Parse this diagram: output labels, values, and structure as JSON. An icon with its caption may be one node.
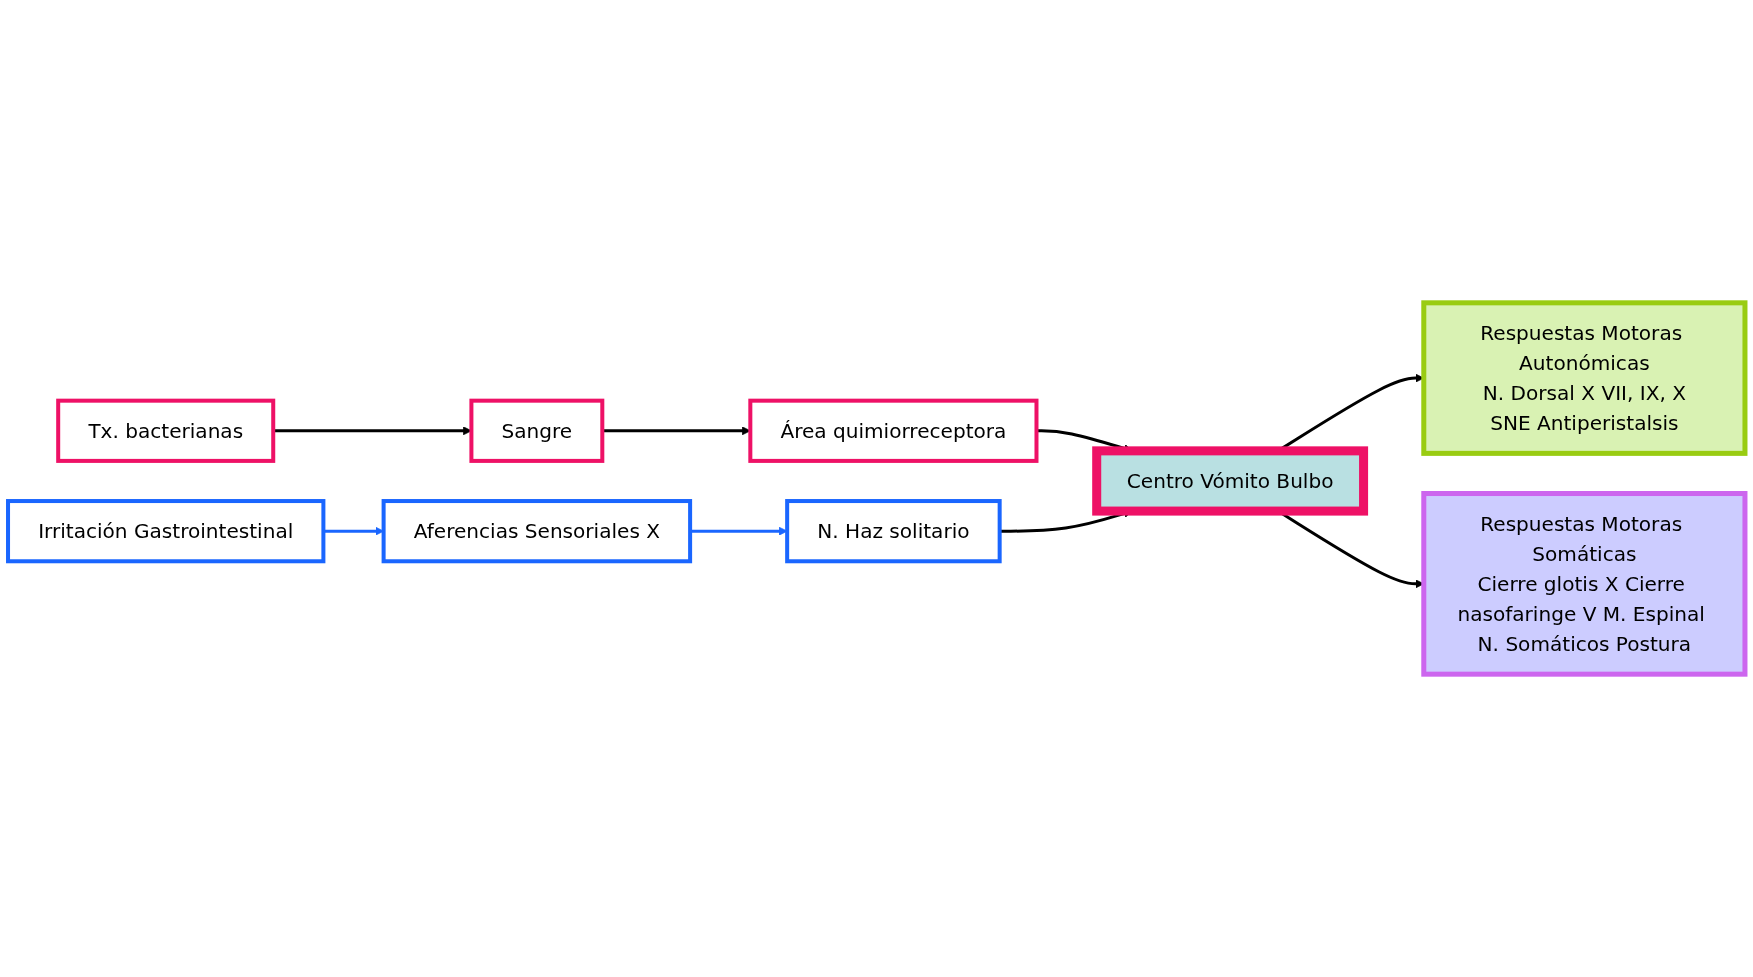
{
  "diagram": {
    "nodes": [
      {
        "text": [
          "Tx. bacterianas"
        ]
      },
      {
        "text": [
          "Sangre"
        ]
      },
      {
        "text": [
          "Área quimiorreceptora"
        ]
      },
      {
        "text": [
          "Irritación Gastrointestinal"
        ]
      },
      {
        "text": [
          "Aferencias Sensoriales X"
        ]
      },
      {
        "text": [
          "N. Haz solitario"
        ]
      },
      {
        "text": [
          "Centro Vómito Bulbo"
        ]
      },
      {
        "text": [
          "Respuestas Motoras Autonómicas",
          "N. Dorsal X VII, IX, X",
          "SNE Antiperistalsis"
        ]
      },
      {
        "text": [
          "Respuestas Motoras Somáticas",
          "Cierre glotis X Cierre nasofaringe V M. Espinal N. Somáticos Postura"
        ]
      }
    ],
    "edges": [
      {
        "from": 0,
        "to": 1,
        "arrow": "to"
      },
      {
        "from": 1,
        "to": 2,
        "arrow": "to"
      },
      {
        "from": 2,
        "to": 6,
        "arrow": "to"
      },
      {
        "from": 3,
        "to": 4,
        "arrow": "to",
        "color": "#1a66ff"
      },
      {
        "from": 4,
        "to": 5,
        "arrow": "to",
        "color": "#1a66ff"
      },
      {
        "from": 5,
        "to": 6,
        "arrow": "to"
      },
      {
        "from": 6,
        "to": 7,
        "arrow": "to"
      },
      {
        "from": 6,
        "to": 8,
        "arrow": "to"
      }
    ]
  }
}
